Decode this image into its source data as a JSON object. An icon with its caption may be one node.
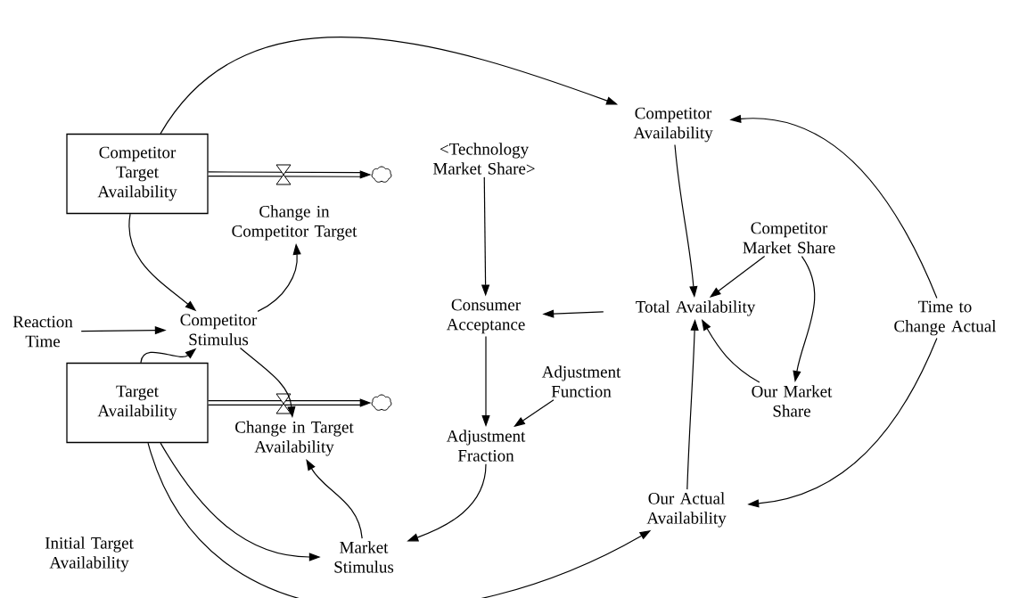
{
  "diagram": {
    "nodes": [
      {
        "text": [
          "Competitor Target Availability"
        ]
      },
      {
        "text": [],
        "shape": "cloud"
      },
      {
        "text": [
          "Change in Competitor Target"
        ]
      },
      {
        "text": [
          "Reaction Time"
        ]
      },
      {
        "text": [
          "Competitor Stimulus"
        ]
      },
      {
        "text": [
          "Target Availability"
        ]
      },
      {
        "text": [],
        "shape": "cloud"
      },
      {
        "text": [
          "Change in Target Availability"
        ]
      },
      {
        "text": [
          "Market Stimulus"
        ]
      },
      {
        "text": [
          "<Technology Market Share>"
        ]
      },
      {
        "text": [
          "Consumer Acceptance"
        ]
      },
      {
        "text": [
          "Adjustment Function"
        ]
      },
      {
        "text": [
          "Adjustment Fraction"
        ]
      },
      {
        "text": [
          "Competitor Availability"
        ]
      },
      {
        "text": [
          "Competitor Market Share"
        ]
      },
      {
        "text": [
          "Total Availability"
        ]
      },
      {
        "text": [
          "Our Market Share"
        ]
      },
      {
        "text": [
          "Time to Change Actual"
        ]
      },
      {
        "text": [
          "Our Actual Availability"
        ]
      }
    ],
    "edges": [
      {
        "from": 0,
        "to": 13,
        "arrow": "to"
      },
      {
        "from": 0,
        "to": 1,
        "arrow": "to",
        "style": "thick"
      },
      {
        "from": 0,
        "to": 4,
        "arrow": "to"
      },
      {
        "from": 4,
        "to": 2,
        "arrow": "to"
      },
      {
        "from": 3,
        "to": 4,
        "arrow": "to"
      },
      {
        "from": 5,
        "to": 4,
        "arrow": "to"
      },
      {
        "from": 5,
        "to": 6,
        "arrow": "to",
        "style": "thick"
      },
      {
        "from": 4,
        "to": 7,
        "arrow": "to"
      },
      {
        "from": 5,
        "to": 8,
        "arrow": "to"
      },
      {
        "from": 5,
        "to": 18,
        "arrow": "to"
      },
      {
        "from": 8,
        "to": 7,
        "arrow": "to"
      },
      {
        "from": 9,
        "to": 10,
        "arrow": "to"
      },
      {
        "from": 15,
        "to": 10,
        "arrow": "to"
      },
      {
        "from": 10,
        "to": 12,
        "arrow": "to"
      },
      {
        "from": 11,
        "to": 12,
        "arrow": "to"
      },
      {
        "from": 12,
        "to": 8,
        "arrow": "to"
      },
      {
        "from": 13,
        "to": 15,
        "arrow": "to"
      },
      {
        "from": 14,
        "to": 15,
        "arrow": "to"
      },
      {
        "from": 14,
        "to": 16,
        "arrow": "to"
      },
      {
        "from": 16,
        "to": 15,
        "arrow": "to"
      },
      {
        "from": 18,
        "to": 15,
        "arrow": "to"
      },
      {
        "from": 17,
        "to": 13,
        "arrow": "to"
      },
      {
        "from": 17,
        "to": 18,
        "arrow": "to"
      }
    ],
    "labels": [
      "Initial Target Availability"
    ]
  }
}
